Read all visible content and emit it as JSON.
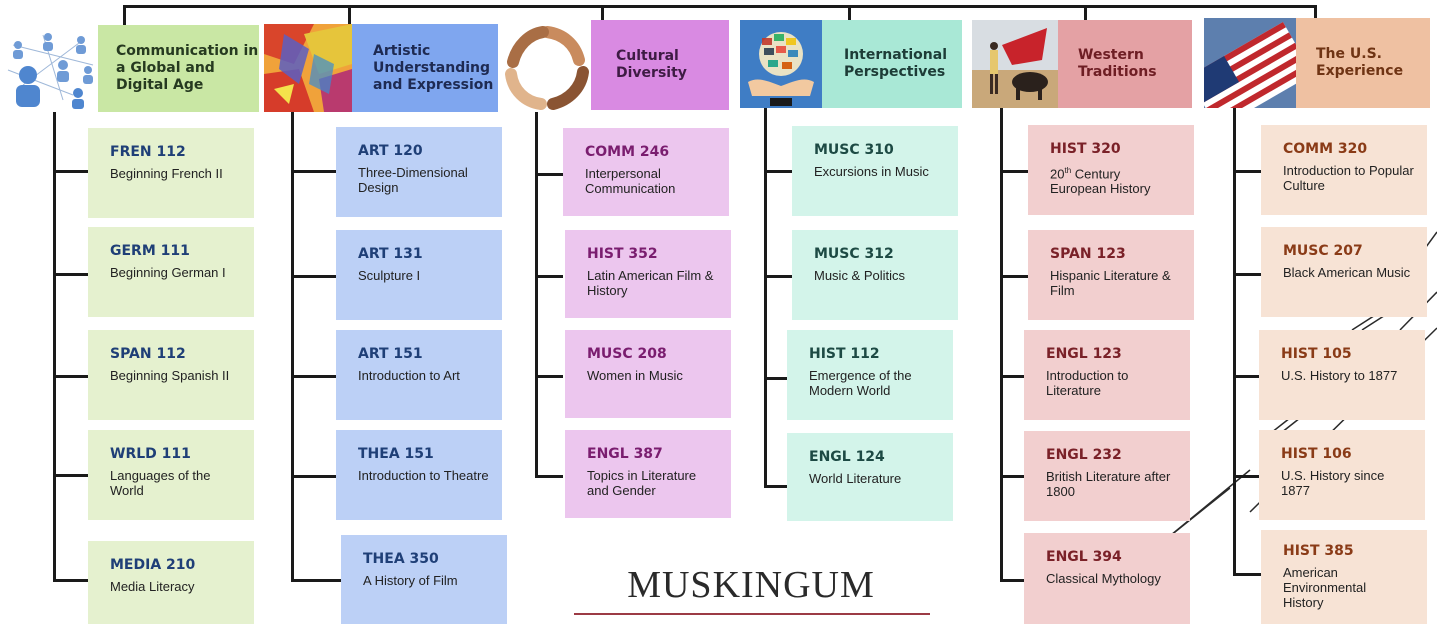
{
  "colors": {
    "green_header": "#c9e7a4",
    "green_card": "#e5f1cf",
    "blue_header": "#7fa6ef",
    "blue_card": "#bcd0f6",
    "purple_header": "#d98ae2",
    "purple_card": "#ecc6ee",
    "teal_header": "#a9e8d6",
    "teal_card": "#d3f4ea",
    "rose_header": "#e4a1a4",
    "rose_card": "#f2cfcf",
    "peach_header": "#efc1a2",
    "peach_card": "#f7e3d5",
    "muskingum_rule": "#9c3b45"
  },
  "categories": [
    {
      "name": "Communication in a Global and Digital Age",
      "icon": "network-people-icon",
      "courses": [
        {
          "code": "FREN 112",
          "title": "Beginning French II"
        },
        {
          "code": "GERM 111",
          "title": "Beginning German I"
        },
        {
          "code": "SPAN 112",
          "title": "Beginning Spanish II"
        },
        {
          "code": "WRLD 111",
          "title": "Languages of the World"
        },
        {
          "code": "MEDIA 210",
          "title": "Media Literacy"
        }
      ]
    },
    {
      "name": "Artistic Understanding and Expression",
      "icon": "abstract-painting-icon",
      "courses": [
        {
          "code": "ART 120",
          "title": "Three-Dimensional Design"
        },
        {
          "code": "ART 131",
          "title": "Sculpture I"
        },
        {
          "code": "ART 151",
          "title": "Introduction to Art"
        },
        {
          "code": "THEA 151",
          "title": "Introduction to Theatre"
        },
        {
          "code": "THEA 350",
          "title": "A History of Film"
        }
      ]
    },
    {
      "name": "Cultural Diversity",
      "icon": "joined-hands-circle-icon",
      "courses": [
        {
          "code": "COMM 246",
          "title": "Interpersonal Communication"
        },
        {
          "code": "HIST 352",
          "title": "Latin American Film & History"
        },
        {
          "code": "MUSC 208",
          "title": "Women in Music"
        },
        {
          "code": "ENGL 387",
          "title": "Topics in Literature and Gender"
        }
      ]
    },
    {
      "name": "International Perspectives",
      "icon": "flag-globe-in-hands-icon",
      "courses": [
        {
          "code": "MUSC 310",
          "title": "Excursions in Music"
        },
        {
          "code": "MUSC 312",
          "title": "Music & Politics"
        },
        {
          "code": "HIST 112",
          "title": "Emergence of the Modern World"
        },
        {
          "code": "ENGL 124",
          "title": "World Literature"
        }
      ]
    },
    {
      "name": "Western Traditions",
      "icon": "bullfight-icon",
      "courses": [
        {
          "code": "HIST 320",
          "title": "20th Century European History"
        },
        {
          "code": "SPAN 123",
          "title": "Hispanic Literature & Film"
        },
        {
          "code": "ENGL 123",
          "title": "Introduction to Literature"
        },
        {
          "code": "ENGL 232",
          "title": "British Literature after 1800"
        },
        {
          "code": "ENGL 394",
          "title": "Classical Mythology"
        }
      ]
    },
    {
      "name": "The U.S. Experience",
      "icon": "american-flag-icon",
      "courses": [
        {
          "code": "COMM 320",
          "title": "Introduction to Popular Culture"
        },
        {
          "code": "MUSC 207",
          "title": "Black American Music"
        },
        {
          "code": "HIST 105",
          "title": "U.S. History to 1877"
        },
        {
          "code": "HIST 106",
          "title": "U.S. History since 1877"
        },
        {
          "code": "HIST 385",
          "title": "American Environmental History"
        }
      ]
    }
  ],
  "brand": "MUSKINGUM"
}
